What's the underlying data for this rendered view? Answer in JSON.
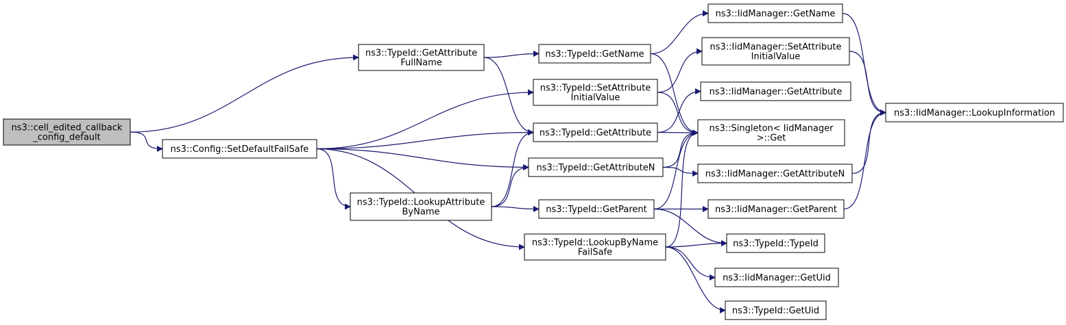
{
  "colors": {
    "edge": "#191970",
    "node_fill": "#ffffff",
    "root_fill": "#bfbfbf",
    "node_stroke": "#000000"
  },
  "nodes": [
    {
      "id": "cell_edited",
      "lines": [
        "ns3::cell_edited_callback",
        "_config_default"
      ],
      "root": true
    },
    {
      "id": "getattr_fullname",
      "lines": [
        "ns3::TypeId::GetAttribute",
        "FullName"
      ]
    },
    {
      "id": "setdefault",
      "lines": [
        "ns3::Config::SetDefaultFailSafe"
      ]
    },
    {
      "id": "lookupattr",
      "lines": [
        "ns3::TypeId::LookupAttribute",
        "ByName"
      ]
    },
    {
      "id": "typeid_getname",
      "lines": [
        "ns3::TypeId::GetName"
      ]
    },
    {
      "id": "typeid_setattr_init",
      "lines": [
        "ns3::TypeId::SetAttribute",
        "InitialValue"
      ]
    },
    {
      "id": "typeid_getattribute",
      "lines": [
        "ns3::TypeId::GetAttribute"
      ]
    },
    {
      "id": "typeid_getattrn",
      "lines": [
        "ns3::TypeId::GetAttributeN"
      ]
    },
    {
      "id": "typeid_getparent",
      "lines": [
        "ns3::TypeId::GetParent"
      ]
    },
    {
      "id": "lookupbyname",
      "lines": [
        "ns3::TypeId::LookupByName",
        "FailSafe"
      ]
    },
    {
      "id": "iid_getname",
      "lines": [
        "ns3::IidManager::GetName"
      ]
    },
    {
      "id": "iid_setattr_init",
      "lines": [
        "ns3::IidManager::SetAttribute",
        "InitialValue"
      ]
    },
    {
      "id": "iid_getattribute",
      "lines": [
        "ns3::IidManager::GetAttribute"
      ]
    },
    {
      "id": "singleton_get",
      "lines": [
        "ns3::Singleton< IidManager",
        ">::Get"
      ]
    },
    {
      "id": "iid_getattrn",
      "lines": [
        "ns3::IidManager::GetAttributeN"
      ]
    },
    {
      "id": "iid_getparent",
      "lines": [
        "ns3::IidManager::GetParent"
      ]
    },
    {
      "id": "typeid_ctor",
      "lines": [
        "ns3::TypeId::TypeId"
      ]
    },
    {
      "id": "iid_getuid",
      "lines": [
        "ns3::IidManager::GetUid"
      ]
    },
    {
      "id": "typeid_getuid",
      "lines": [
        "ns3::TypeId::GetUid"
      ]
    },
    {
      "id": "iid_lookupinfo",
      "lines": [
        "ns3::IidManager::LookupInformation"
      ]
    }
  ],
  "edges": [
    {
      "from": "cell_edited",
      "to": "getattr_fullname"
    },
    {
      "from": "cell_edited",
      "to": "setdefault"
    },
    {
      "from": "getattr_fullname",
      "to": "typeid_getname"
    },
    {
      "from": "getattr_fullname",
      "to": "typeid_getattribute"
    },
    {
      "from": "setdefault",
      "to": "typeid_setattr_init"
    },
    {
      "from": "setdefault",
      "to": "typeid_getattribute"
    },
    {
      "from": "setdefault",
      "to": "typeid_getattrn"
    },
    {
      "from": "setdefault",
      "to": "lookupattr"
    },
    {
      "from": "setdefault",
      "to": "lookupbyname"
    },
    {
      "from": "lookupattr",
      "to": "typeid_getattribute"
    },
    {
      "from": "lookupattr",
      "to": "typeid_getattrn"
    },
    {
      "from": "lookupattr",
      "to": "typeid_getparent"
    },
    {
      "from": "typeid_getname",
      "to": "iid_getname"
    },
    {
      "from": "typeid_getname",
      "to": "singleton_get"
    },
    {
      "from": "typeid_setattr_init",
      "to": "iid_setattr_init"
    },
    {
      "from": "typeid_setattr_init",
      "to": "singleton_get"
    },
    {
      "from": "typeid_getattribute",
      "to": "iid_getattribute"
    },
    {
      "from": "typeid_getattribute",
      "to": "singleton_get"
    },
    {
      "from": "typeid_getattrn",
      "to": "singleton_get"
    },
    {
      "from": "typeid_getattrn",
      "to": "iid_getattrn"
    },
    {
      "from": "typeid_getparent",
      "to": "singleton_get"
    },
    {
      "from": "typeid_getparent",
      "to": "iid_getparent"
    },
    {
      "from": "typeid_getparent",
      "to": "typeid_ctor"
    },
    {
      "from": "lookupbyname",
      "to": "singleton_get"
    },
    {
      "from": "lookupbyname",
      "to": "typeid_ctor"
    },
    {
      "from": "lookupbyname",
      "to": "iid_getuid"
    },
    {
      "from": "lookupbyname",
      "to": "typeid_getuid"
    },
    {
      "from": "iid_getname",
      "to": "iid_lookupinfo"
    },
    {
      "from": "iid_setattr_init",
      "to": "iid_lookupinfo"
    },
    {
      "from": "iid_getattrn",
      "to": "iid_lookupinfo"
    },
    {
      "from": "iid_getparent",
      "to": "iid_lookupinfo"
    }
  ]
}
